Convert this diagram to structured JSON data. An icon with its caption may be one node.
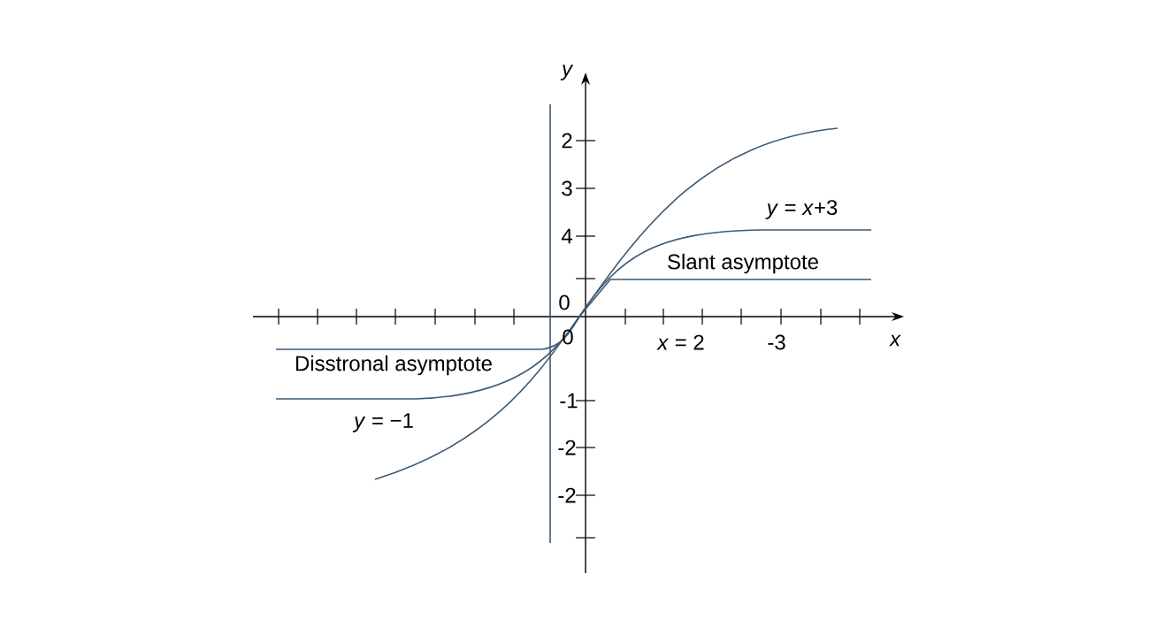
{
  "diagram": {
    "labels": [
      "y",
      "2",
      "3",
      "*y* = *x*+3",
      "4",
      "Slant asymptote",
      "0",
      "0",
      "*x* = 2",
      "-3",
      "x",
      "Disstronal asymptote",
      "-1",
      "*y* = −1",
      "-2",
      "-2"
    ]
  }
}
